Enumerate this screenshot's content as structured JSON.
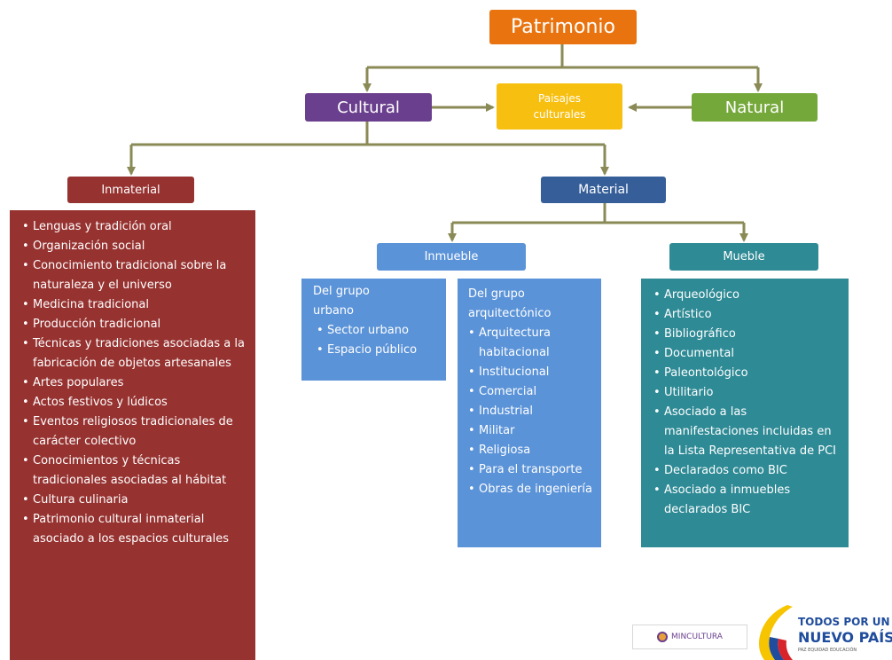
{
  "colors": {
    "connector": "#8a8a56",
    "patrimonio": "#e8730f",
    "cultural": "#6a3f8d",
    "paisajes": "#f7bf10",
    "natural": "#75a83a",
    "inmaterial": "#963230",
    "material": "#365f99",
    "inmueble": "#5b93d8",
    "mueble": "#2e8a95"
  },
  "nodes": {
    "patrimonio": "Patrimonio",
    "cultural": "Cultural",
    "paisajes": "Paisajes culturales",
    "natural": "Natural",
    "inmaterial": "Inmaterial",
    "material": "Material",
    "inmueble": "Inmueble",
    "mueble": "Mueble"
  },
  "inmaterial_items": [
    "Lenguas y tradición oral",
    "Organización social",
    "Conocimiento tradicional sobre la naturaleza y el universo",
    "Medicina tradicional",
    "Producción tradicional",
    "Técnicas y tradiciones asociadas a la fabricación de objetos artesanales",
    "Artes populares",
    "Actos festivos y lúdicos",
    "Eventos religiosos tradicionales de carácter colectivo",
    "Conocimientos y técnicas tradicionales asociadas al hábitat",
    "Cultura culinaria",
    "Patrimonio cultural inmaterial asociado a los espacios culturales"
  ],
  "urbano": {
    "title": "Del grupo urbano",
    "items": [
      "Sector urbano",
      "Espacio público"
    ]
  },
  "arquitectonico": {
    "title": "Del grupo arquitectónico",
    "items": [
      "Arquitectura habitacional",
      "Institucional",
      "Comercial",
      "Industrial",
      "Militar",
      "Religiosa",
      "Para el transporte",
      "Obras de ingeniería"
    ]
  },
  "mueble_items": [
    "Arqueológico",
    "Artístico",
    "Bibliográfico",
    "Documental",
    "Paleontológico",
    "Utilitario",
    "Asociado a las manifestaciones incluidas en la Lista Representativa de PCI",
    "Declarados como BIC",
    "Asociado a inmuebles declarados BIC"
  ],
  "logos": {
    "mincultura": "MINCULTURA",
    "slogan_line1": "TODOS POR UN",
    "slogan_line2": "NUEVO PAÍS",
    "slogan_line3": "PAZ  EQUIDAD  EDUCACIÓN"
  }
}
